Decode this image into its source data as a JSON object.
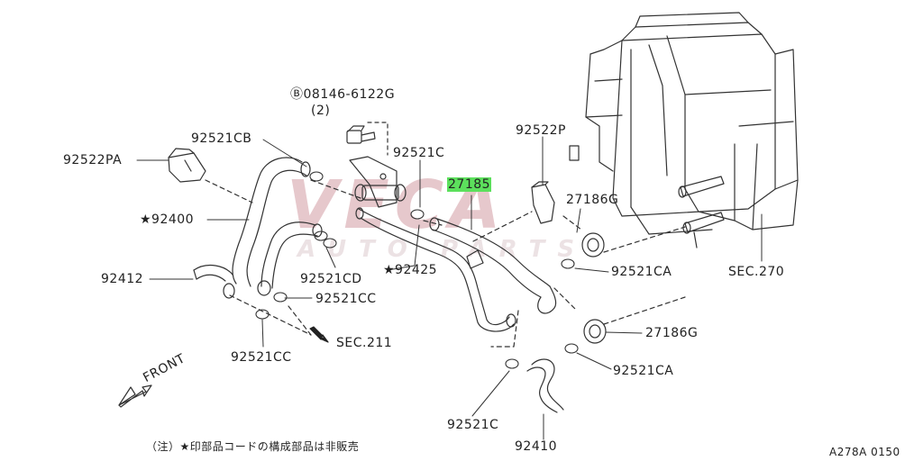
{
  "labels": {
    "bolt_code": "Ⓑ08146-6122G",
    "bolt_qty": "(2)",
    "p92521CB": "92521CB",
    "p92522PA": "92522PA",
    "p92400": "★92400",
    "p92412": "92412",
    "p92521C_top": "92521C",
    "p27185": "27185",
    "p92522P": "92522P",
    "p27186G_top": "27186G",
    "p92521CD": "92521CD",
    "p92425": "★92425",
    "p92521CC_r": "92521CC",
    "p92521CC_b": "92521CC",
    "sec211": "SEC.211",
    "p92521CA_top": "92521CA",
    "sec270": "SEC.270",
    "p27186G_bot": "27186G",
    "p92521CA_bot": "92521CA",
    "p92521C_bot": "92521C",
    "p92410": "92410",
    "front": "FRONT",
    "note": "（注）★印部品コードの構成部品は非販売",
    "diagram_code": "A278A 0150"
  },
  "watermark": {
    "main": "VECA",
    "sub": "AUTO PARTS",
    "color": "#e6c8cc"
  },
  "highlight_color": "#5ce05c"
}
